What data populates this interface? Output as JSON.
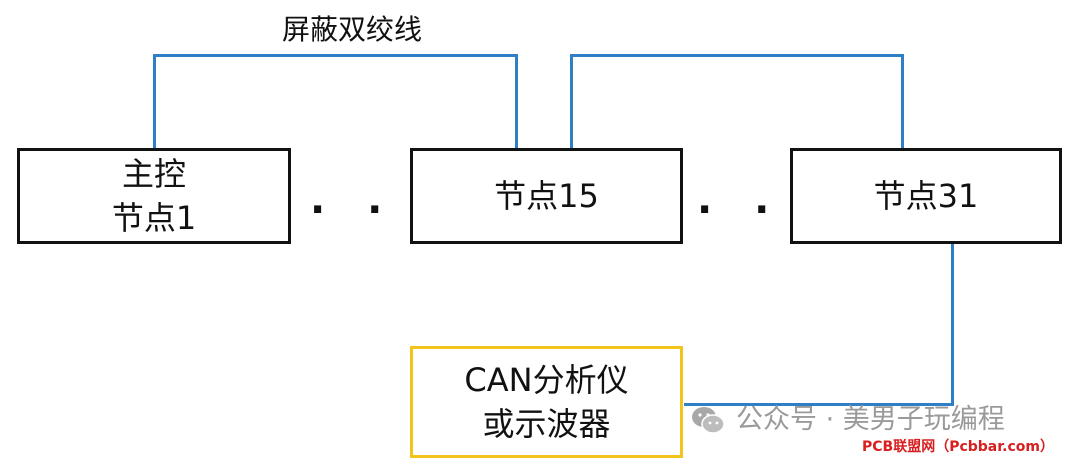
{
  "cable_label": "屏蔽双绞线",
  "nodes": {
    "master": {
      "line1": "主控",
      "line2": "节点1"
    },
    "node15": {
      "label": "节点15"
    },
    "node31": {
      "label": "节点31"
    },
    "analyzer": {
      "line1": "CAN分析仪",
      "line2": "或示波器"
    }
  },
  "ellipsis": ". . .",
  "watermark": {
    "text": "公众号 · 美男子玩编程",
    "icon": "wechat-icon"
  },
  "credit": "PCB联盟网（Pcbbar.com）",
  "colors": {
    "wire": "#2f7fc6",
    "node_border": "#111111",
    "analyzer_border": "#f2c318",
    "watermark": "#9a9a9a",
    "credit": "#d81e1e"
  }
}
